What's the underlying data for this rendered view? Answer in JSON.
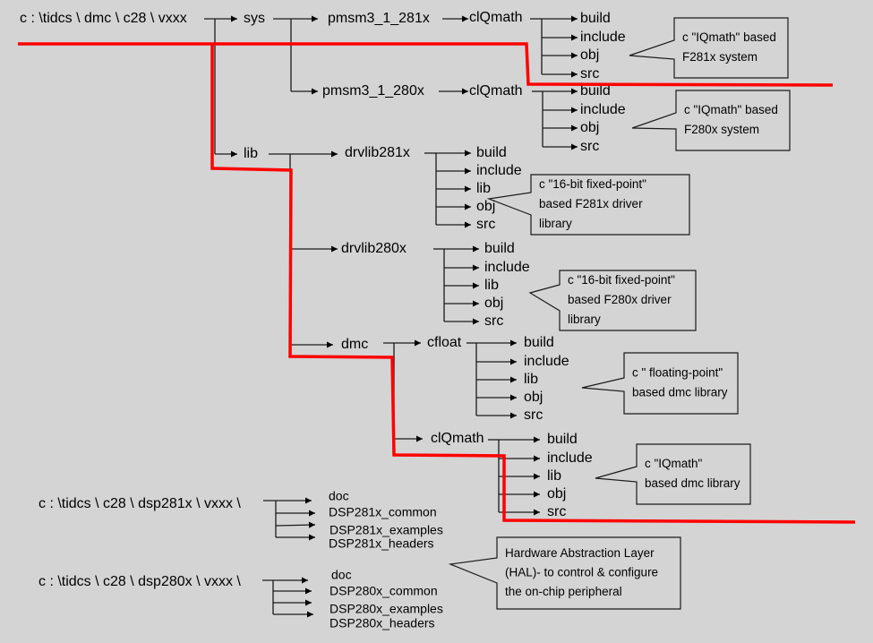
{
  "colors": {
    "background": "#d4d4d4",
    "line": "#1a1a1a",
    "highlight": "#ff0000"
  },
  "root": {
    "path": "c : \\tidcs \\ dmc \\ c28 \\ vxxx",
    "sys": {
      "label": "sys",
      "pmsm281": {
        "label": "pmsm3_1_281x",
        "child": "clQmath",
        "folders": [
          "build",
          "include",
          "obj",
          "src"
        ],
        "note": [
          "c \"IQmath\" based",
          "F281x system"
        ]
      },
      "pmsm280": {
        "label": "pmsm3_1_280x",
        "child": "clQmath",
        "folders": [
          "build",
          "include",
          "obj",
          "src"
        ],
        "note": [
          "c \"IQmath\" based",
          "F280x system"
        ]
      }
    },
    "lib": {
      "label": "lib",
      "drvlib281": {
        "label": "drvlib281x",
        "folders": [
          "build",
          "include",
          "lib",
          "obj",
          "src"
        ],
        "note": [
          "c \"16-bit fixed-point\"",
          "based F281x driver",
          "library"
        ]
      },
      "drvlib280": {
        "label": "drvlib280x",
        "folders": [
          "build",
          "include",
          "lib",
          "obj",
          "src"
        ],
        "note": [
          "c \"16-bit fixed-point\"",
          "based F280x driver",
          "library"
        ]
      },
      "dmc": {
        "label": "dmc",
        "cfloat": {
          "label": "cfloat",
          "folders": [
            "build",
            "include",
            "lib",
            "obj",
            "src"
          ],
          "note": [
            "c \" floating-point\"",
            "based dmc library"
          ]
        },
        "clqmath": {
          "label": "clQmath",
          "folders": [
            "build",
            "include",
            "lib",
            "obj",
            "src"
          ],
          "note": [
            "c \"IQmath\"",
            "based dmc library"
          ]
        }
      }
    }
  },
  "dsp281": {
    "path": "c : \\tidcs \\ c28 \\ dsp281x \\ vxxx \\",
    "folders": [
      "doc",
      "DSP281x_common",
      "DSP281x_examples",
      "DSP281x_headers"
    ]
  },
  "dsp280": {
    "path": "c : \\tidcs \\ c28 \\ dsp280x \\ vxxx \\",
    "folders": [
      "doc",
      "DSP280x_common",
      "DSP280x_examples",
      "DSP280x_headers"
    ]
  },
  "hal_note": [
    "Hardware Abstraction Layer",
    "(HAL)- to  control & configure",
    "the on-chip peripheral"
  ]
}
